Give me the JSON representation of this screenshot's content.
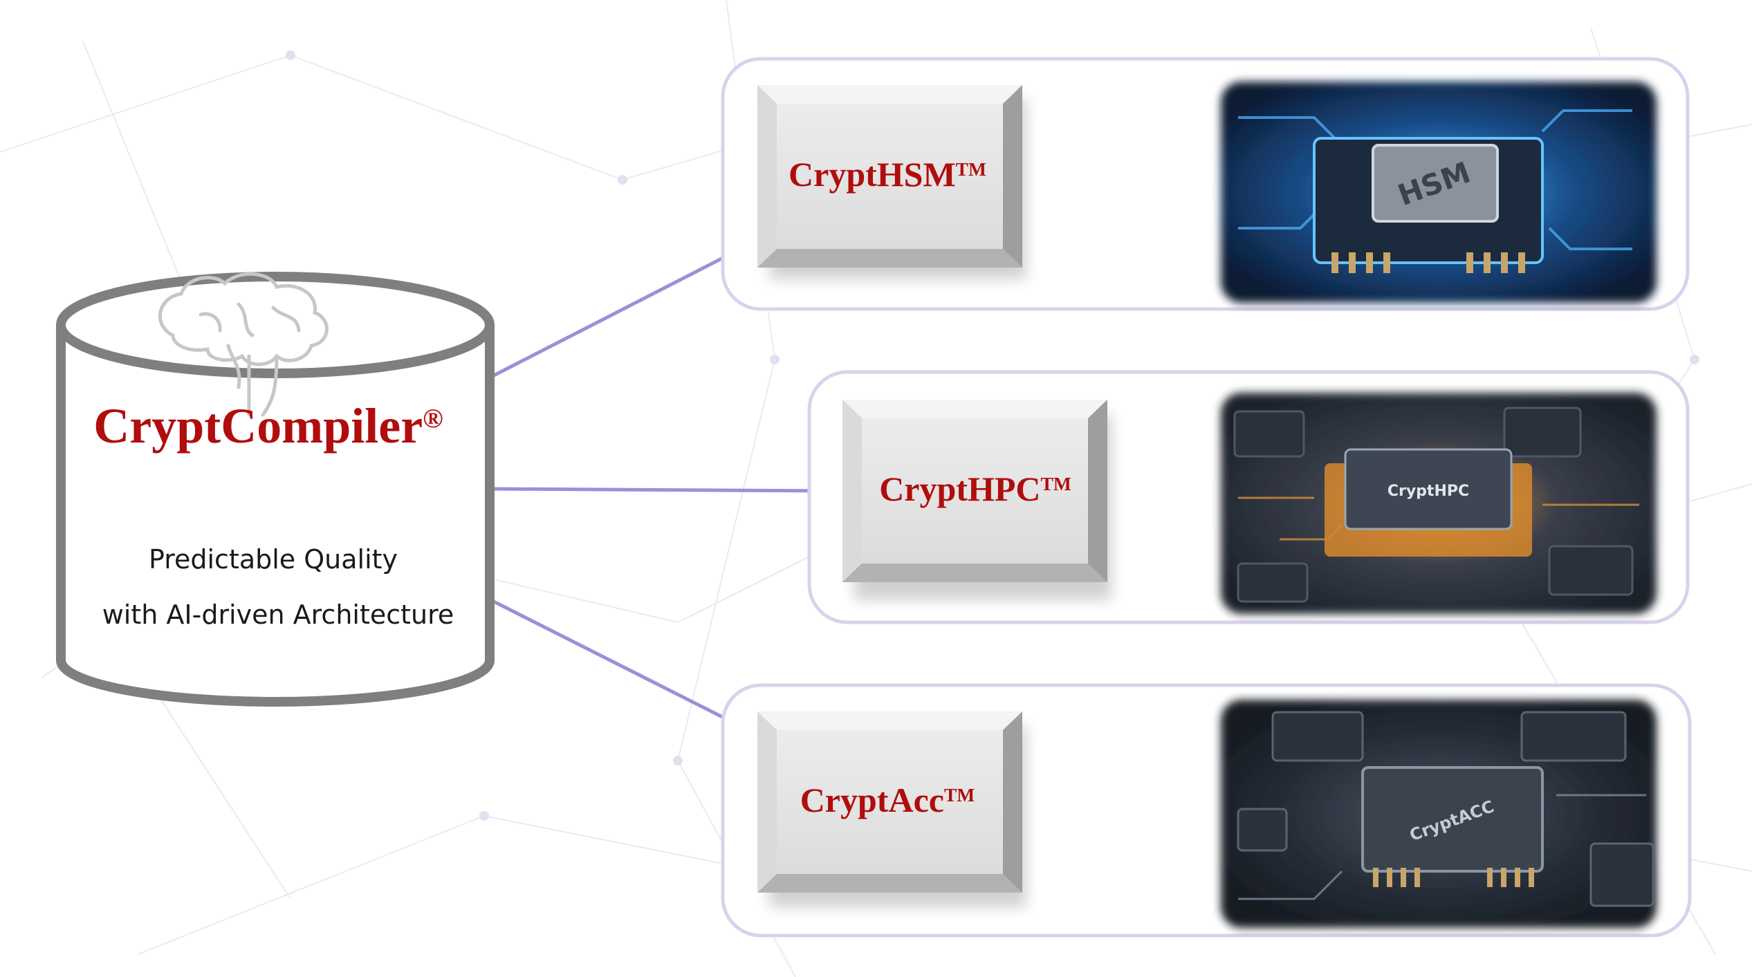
{
  "compiler": {
    "name": "CryptCompiler",
    "mark": "®",
    "tagline_line1": "Predictable Quality",
    "tagline_line2": "with AI-driven Architecture",
    "icon": "brain-icon"
  },
  "products": [
    {
      "name": "CryptHSM",
      "mark": "TM",
      "chip_label": "HSM",
      "image": "hsm-chip-image"
    },
    {
      "name": "CryptHPC",
      "mark": "TM",
      "chip_label": "CryptHPC",
      "image": "hpc-chip-image"
    },
    {
      "name": "CryptAcc",
      "mark": "TM",
      "chip_label": "CryptACC",
      "image": "acc-chip-image"
    }
  ],
  "colors": {
    "brand_red": "#b00d0d",
    "connector": "#9a90d8",
    "panel_border": "#d8d2ec",
    "cylinder_stroke": "#7f7f7f"
  }
}
